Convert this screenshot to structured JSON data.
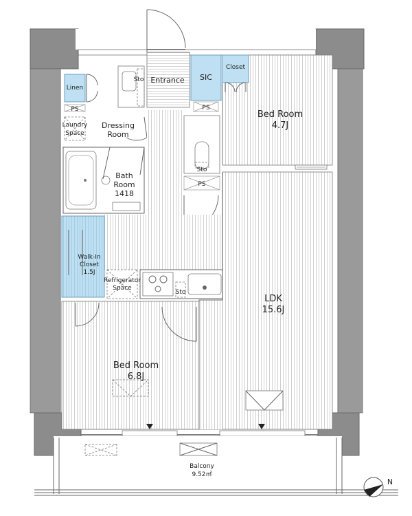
{
  "rooms": {
    "entrance": "Entrance",
    "sic": "SIC",
    "closet": "Closet",
    "linen": "Linen",
    "ps": "PS",
    "laundry_line1": "Laundry",
    "laundry_line2": "Space",
    "dressing_line1": "Dressing",
    "dressing_line2": "Room",
    "bath_line1": "Bath",
    "bath_line2": "Room",
    "bath_size": "1418",
    "sto": "Sto",
    "bed1_name": "Bed Room",
    "bed1_size": "4.7J",
    "wic_line1": "Walk-In",
    "wic_line2": "Closet",
    "wic_size": "1.5J",
    "fridge_line1": "Refrigerator",
    "fridge_line2": "Space",
    "ldk_name": "LDK",
    "ldk_size": "15.6J",
    "bed2_name": "Bed Room",
    "bed2_size": "6.8J",
    "balcony_name": "Balcony",
    "balcony_size": "9.52㎡"
  },
  "compass": {
    "label": "N"
  },
  "colors": {
    "wall": "#555555",
    "column": "#8c8c8c",
    "storage": "#bfe0f2"
  }
}
